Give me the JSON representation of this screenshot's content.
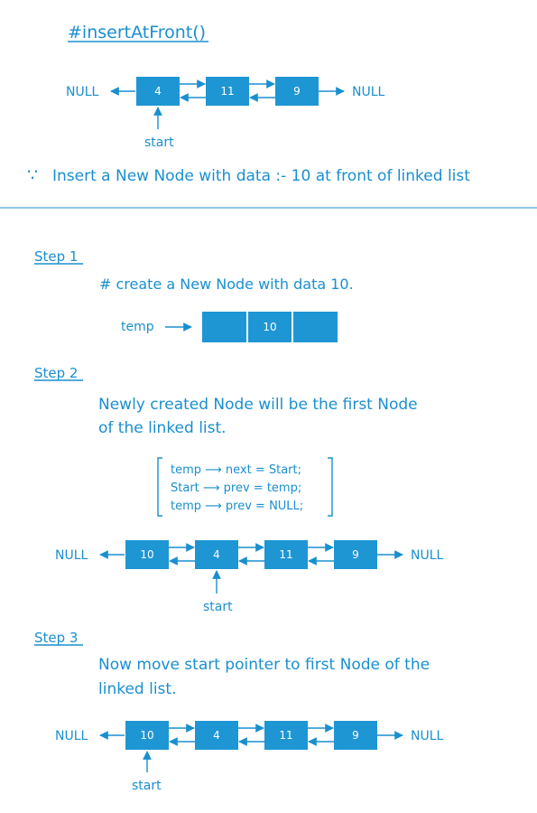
{
  "title": "#insertAtFront()",
  "intro": {
    "list": [
      "4",
      "11",
      "9"
    ],
    "null_left": "NULL",
    "null_right": "NULL",
    "start": "start",
    "bullet": "∵",
    "description": "Insert a New Node with data :- 10 at front of linked list"
  },
  "step1": {
    "heading": "Step 1",
    "text": "# create a New Node with data 10.",
    "temp_label": "temp",
    "node_value": "10"
  },
  "step2": {
    "heading": "Step 2",
    "text_line1": "Newly created Node will be the first Node",
    "text_line2": "of the linked list.",
    "code": [
      "temp ⟶ next = Start;",
      "Start ⟶ prev = temp;",
      "temp ⟶ prev = NULL;"
    ],
    "list": [
      "10",
      "4",
      "11",
      "9"
    ],
    "null_left": "NULL",
    "null_right": "NULL",
    "start": "start"
  },
  "step3": {
    "heading": "Step 3",
    "text_line1": "Now move start pointer to first Node of the",
    "text_line2": "linked list.",
    "list": [
      "10",
      "4",
      "11",
      "9"
    ],
    "null_left": "NULL",
    "null_right": "NULL",
    "start": "start"
  },
  "colors": {
    "accent": "#1a8fcf",
    "node": "#1e96d4"
  }
}
